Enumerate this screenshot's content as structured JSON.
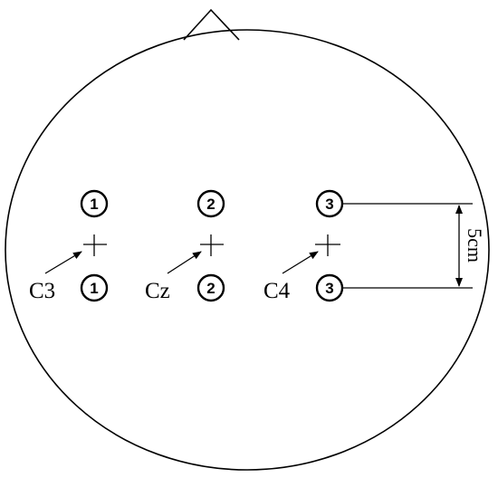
{
  "electrodes": {
    "pair_1": "1",
    "pair_2": "2",
    "pair_3": "3"
  },
  "sites": {
    "left": "C3",
    "center": "Cz",
    "right": "C4"
  },
  "distance_label": "5cm"
}
